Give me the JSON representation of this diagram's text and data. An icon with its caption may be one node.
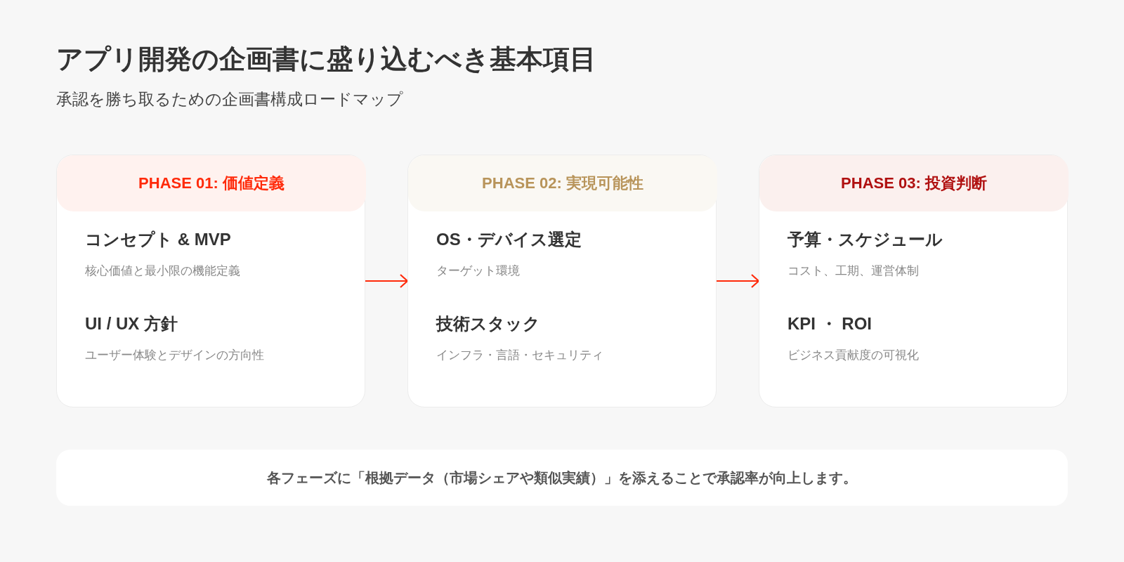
{
  "diagram": {
    "title": "アプリ開発の企画書に盛り込むべき基本項目",
    "nodes": [
      {
        "text": [
          "コンセプト & MVP",
          "核心価値と最小限の機能定義",
          "UI / UX 方針",
          "ユーザー体験とデザインの方向性"
        ]
      },
      {
        "text": [
          "PHASE 01: 価値定義"
        ],
        "in": 0
      },
      {
        "text": [
          "OS・デバイス選定",
          "ターゲット環境",
          "技術スタック",
          "インフラ・言語・セキュリティ"
        ]
      },
      {
        "text": [
          "PHASE 02: 実現可能性"
        ],
        "in": 2
      },
      {
        "text": [
          "予算・スケジュール",
          "コスト、工期、運営体制",
          "KPI ・ ROI",
          "ビジネス貢献度の可視化"
        ]
      },
      {
        "text": [
          "PHASE 03: 投資判断"
        ],
        "in": 4
      },
      {
        "text": [
          "各フェーズに「根拠データ（市場シェアや類似実績）」を添えることで承認率が向上します。"
        ]
      }
    ],
    "edges": [
      {
        "from": 0,
        "to": 2,
        "arrow": "to"
      },
      {
        "from": 2,
        "to": 4,
        "arrow": "to"
      }
    ],
    "labels": [
      "承認を勝ち取るための企画書構成ロードマップ"
    ]
  }
}
